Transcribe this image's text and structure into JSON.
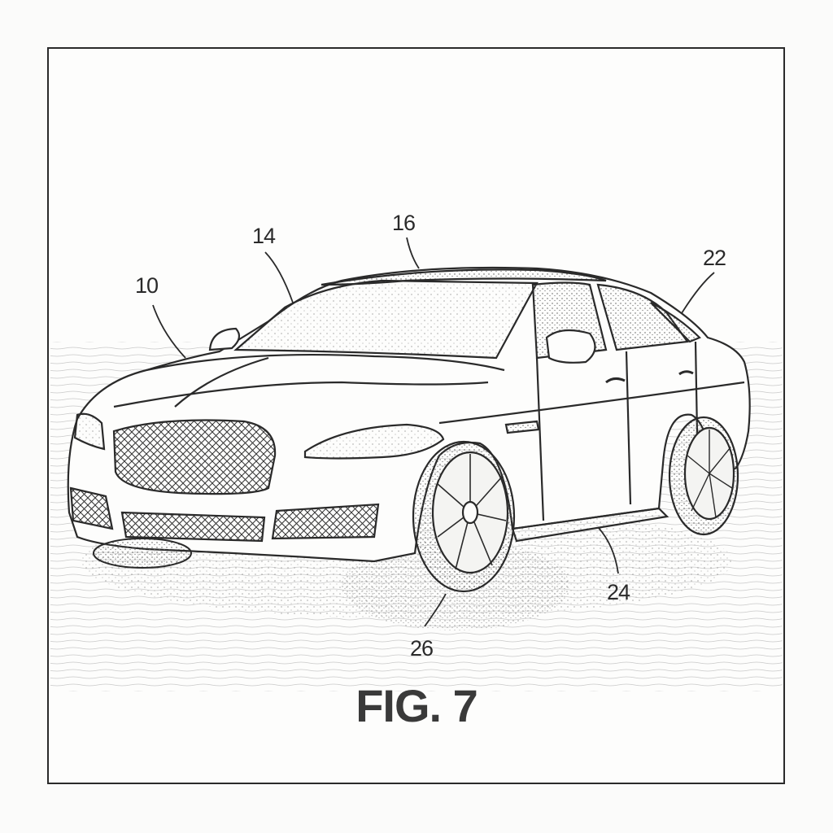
{
  "figure": {
    "caption": "FIG. 7",
    "subject": "sedan automobile, front three-quarter perspective view",
    "style": "patent line drawing with stipple shading"
  },
  "reference_labels": [
    {
      "id": "10",
      "text": "10",
      "points_to": "front hood / vehicle"
    },
    {
      "id": "14",
      "text": "14",
      "points_to": "windshield A-pillar"
    },
    {
      "id": "16",
      "text": "16",
      "points_to": "roof"
    },
    {
      "id": "22",
      "text": "22",
      "points_to": "rear roofline / C-pillar"
    },
    {
      "id": "24",
      "text": "24",
      "points_to": "side sill / rocker panel"
    },
    {
      "id": "26",
      "text": "26",
      "points_to": "front wheel / tire"
    }
  ],
  "colors": {
    "ink": "#2a2a2a",
    "paper": "#fbfbfa",
    "stipple": "#555555"
  }
}
